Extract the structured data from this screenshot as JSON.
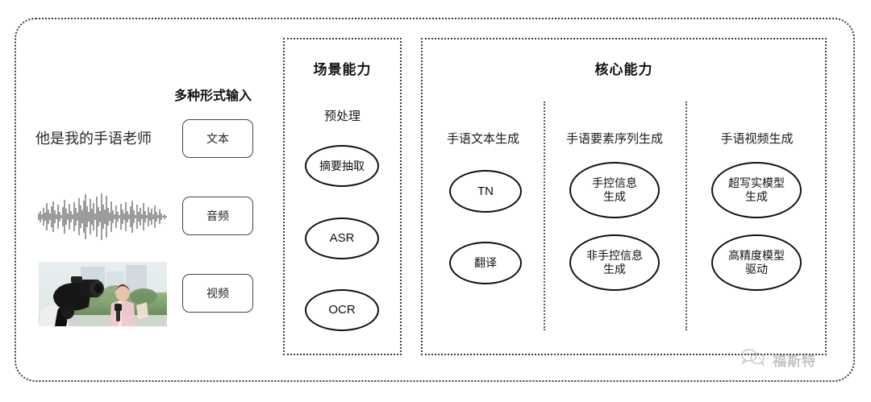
{
  "diagram": {
    "inputs": {
      "heading": "多种形式输入",
      "sample_sentence": "他是我的手语老师",
      "modalities": [
        {
          "label": "文本",
          "icon": "text-icon"
        },
        {
          "label": "音频",
          "icon": "audio-waveform-icon"
        },
        {
          "label": "视频",
          "icon": "video-thumbnail-icon"
        }
      ]
    },
    "scene_panel": {
      "title": "场景能力",
      "group_heading": "预处理",
      "nodes": [
        {
          "label": "摘要抽取",
          "lang": "zh"
        },
        {
          "label": "ASR",
          "lang": "en"
        },
        {
          "label": "OCR",
          "lang": "en"
        }
      ]
    },
    "core_panel": {
      "title": "核心能力",
      "columns": [
        {
          "heading": "手语文本生成",
          "nodes": [
            {
              "line1": "TN",
              "line2": "",
              "lang": "en"
            },
            {
              "line1": "翻译",
              "line2": "",
              "lang": "zh"
            }
          ]
        },
        {
          "heading": "手语要素序列生成",
          "nodes": [
            {
              "line1": "手控信息",
              "line2": "生成",
              "lang": "zh"
            },
            {
              "line1": "非手控信息",
              "line2": "生成",
              "lang": "zh"
            }
          ]
        },
        {
          "heading": "手语视频生成",
          "nodes": [
            {
              "line1": "超写实模型",
              "line2": "生成",
              "lang": "zh"
            },
            {
              "line1": "高精度模型",
              "line2": "驱动",
              "lang": "zh"
            }
          ]
        }
      ]
    },
    "watermark": {
      "icon": "wechat-speech-bubble-icon",
      "text": "福斯特"
    },
    "colors": {
      "border": "#3d3d3d",
      "node_stroke": "#111111",
      "text": "#1a1a1a",
      "background": "#ffffff"
    }
  }
}
